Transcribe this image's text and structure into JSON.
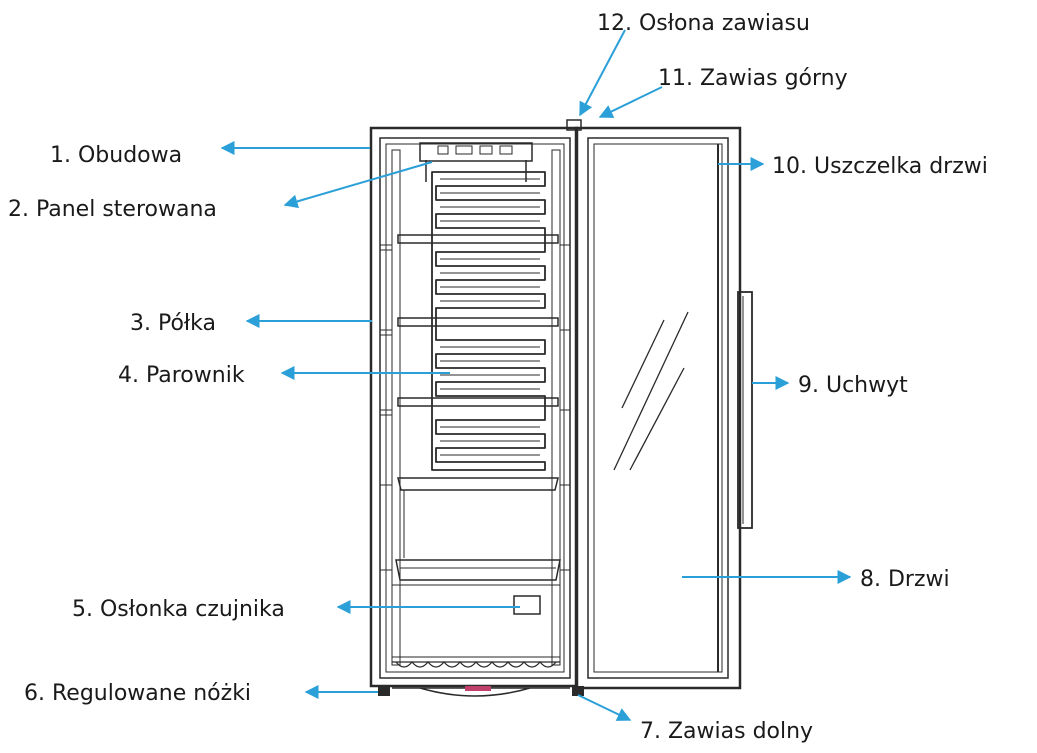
{
  "labels": {
    "obudowa": "1. Obudowa",
    "panel": "2. Panel sterowana",
    "polka": "3. Półka",
    "parownik": "4. Parownik",
    "oslonka": "5. Osłonka czujnika",
    "nozki": "6. Regulowane nóżki",
    "zawias_dolny": "7. Zawias dolny",
    "drzwi": "8. Drzwi",
    "uchwyt": "9. Uchwyt",
    "uszczelka": "10. Uszczelka drzwi",
    "zawias_gorny": "11. Zawias górny",
    "oslona_zawiasu": "12. Osłona zawiasu"
  },
  "colors": {
    "arrow": "#2a9fd8",
    "line": "#2a2a2a"
  }
}
